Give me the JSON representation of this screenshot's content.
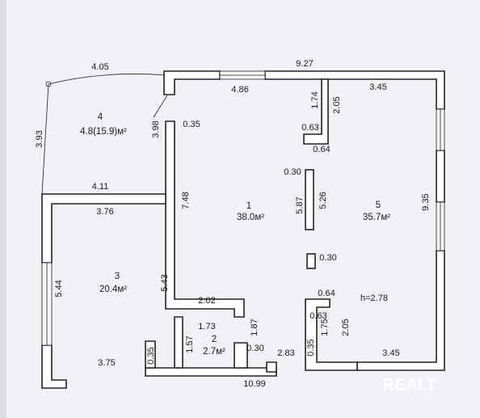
{
  "dimensions": {
    "top_terrace_width": "4.05",
    "top_house_width": "9.27",
    "top_inner_room1": "4.86",
    "top_inner_room5": "3.45",
    "terrace_height": "3.93",
    "diag_wall": "3.98",
    "partition_thickness_top": "0.35",
    "niche_depth": "1.74",
    "niche_height": "2.05",
    "niche_small_a": "0.63",
    "niche_small_b": "0.64",
    "column_thickness": "0.30",
    "column_len_a": "5.87",
    "column_len_b": "5.26",
    "right_wall": "9.35",
    "room4_bottom": "4.11",
    "room3_top": "3.76",
    "room3_height": "5.44",
    "partition_len": "7.48",
    "partition_len_lower": "5.43",
    "room2_top": "2.02",
    "room2_width": "1.73",
    "room2_left": "1.57",
    "room2_right": "1.87",
    "room2_right_thick": "0.30",
    "room3_bottom": "3.75",
    "wall_bottom_left": "0.35",
    "bottom_total": "10.99",
    "door_gap": "2.83",
    "pillar_thick": "0.35",
    "pillar_len": "1.75",
    "pillar_top": "0.64",
    "pillar_mid": "0.63",
    "lower_niche": "2.05",
    "room5_bottom": "3.45",
    "small_square": "0.30",
    "ceiling_height": "h=2.78"
  },
  "rooms": [
    {
      "number": "1",
      "area": "38.0м²"
    },
    {
      "number": "2",
      "area": "2.7м²"
    },
    {
      "number": "3",
      "area": "20.4м²"
    },
    {
      "number": "4",
      "area": "4.8(15.9)м²"
    },
    {
      "number": "5",
      "area": "35.7м²"
    }
  ],
  "watermark": "REALT"
}
